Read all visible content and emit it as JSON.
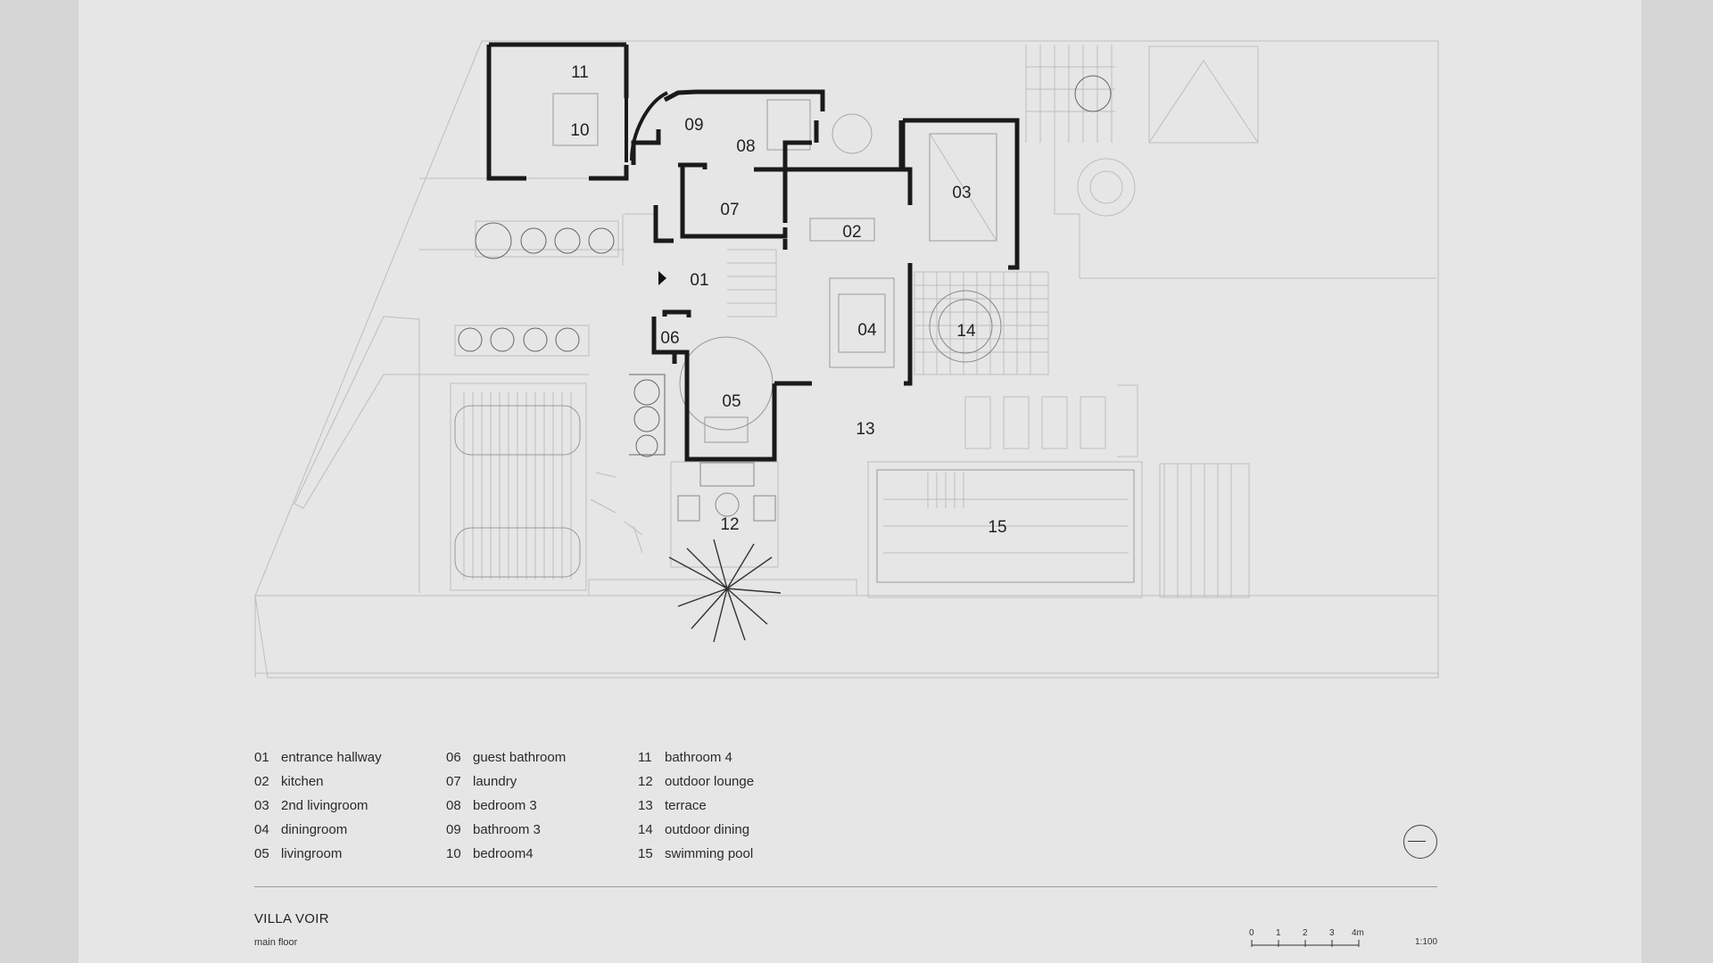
{
  "drawing": {
    "title": "VILLA VOIR",
    "subtitle": "main floor",
    "scale_ratio": "1:100",
    "scale_ticks": [
      "0",
      "1",
      "2",
      "3",
      "4m"
    ]
  },
  "room_tags": [
    "01",
    "02",
    "03",
    "04",
    "05",
    "06",
    "07",
    "08",
    "09",
    "10",
    "11",
    "12",
    "13",
    "14",
    "15"
  ],
  "legend": {
    "columns": [
      [
        {
          "num": "01",
          "name": "entrance hallway"
        },
        {
          "num": "02",
          "name": "kitchen"
        },
        {
          "num": "03",
          "name": "2nd livingroom"
        },
        {
          "num": "04",
          "name": "diningroom"
        },
        {
          "num": "05",
          "name": "livingroom"
        }
      ],
      [
        {
          "num": "06",
          "name": "guest bathroom"
        },
        {
          "num": "07",
          "name": "laundry"
        },
        {
          "num": "08",
          "name": "bedroom 3"
        },
        {
          "num": "09",
          "name": "bathroom 3"
        },
        {
          "num": "10",
          "name": "bedroom4"
        }
      ],
      [
        {
          "num": "11",
          "name": "bathroom 4"
        },
        {
          "num": "12",
          "name": "outdoor lounge"
        },
        {
          "num": "13",
          "name": "terrace"
        },
        {
          "num": "14",
          "name": "outdoor dining"
        },
        {
          "num": "15",
          "name": "swimming pool"
        }
      ]
    ]
  }
}
